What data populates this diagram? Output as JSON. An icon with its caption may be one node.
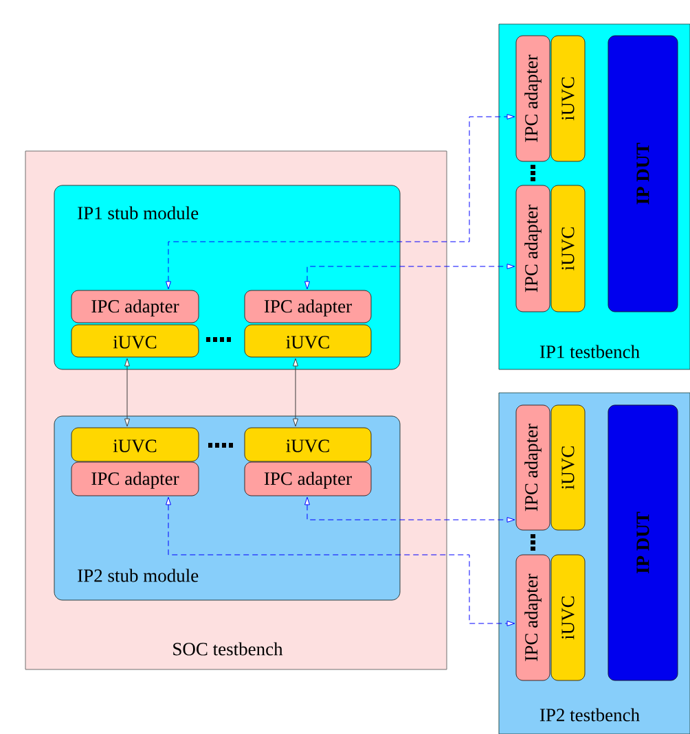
{
  "diagram": {
    "nodes": [
      {
        "text": [
          "SOC testbench"
        ]
      },
      {
        "text": [
          "IP1 stub module"
        ],
        "in": 0
      },
      {
        "text": [
          "IPC adapter"
        ],
        "in": 1
      },
      {
        "text": [
          "iUVC"
        ],
        "in": 1
      },
      {
        "text": [
          "IPC adapter"
        ],
        "in": 1
      },
      {
        "text": [
          "iUVC"
        ],
        "in": 1
      },
      {
        "text": [
          "IP2 stub module"
        ],
        "in": 0
      },
      {
        "text": [
          "iUVC"
        ],
        "in": 6
      },
      {
        "text": [
          "IPC adapter"
        ],
        "in": 6
      },
      {
        "text": [
          "iUVC"
        ],
        "in": 6
      },
      {
        "text": [
          "IPC adapter"
        ],
        "in": 6
      },
      {
        "text": [
          "IP1 testbench"
        ]
      },
      {
        "text": [
          "IPC adapter"
        ],
        "in": 11
      },
      {
        "text": [
          "iUVC"
        ],
        "in": 11
      },
      {
        "text": [
          "IPC adapter"
        ],
        "in": 11
      },
      {
        "text": [
          "iUVC"
        ],
        "in": 11
      },
      {
        "text": [
          "IP DUT"
        ],
        "in": 11
      },
      {
        "text": [
          "IP2 testbench"
        ]
      },
      {
        "text": [
          "IPC adapter"
        ],
        "in": 17
      },
      {
        "text": [
          "iUVC"
        ],
        "in": 17
      },
      {
        "text": [
          "IPC adapter"
        ],
        "in": 17
      },
      {
        "text": [
          "iUVC"
        ],
        "in": 17
      },
      {
        "text": [
          "IP DUT"
        ],
        "in": 17
      }
    ],
    "edges": [
      {
        "from": 2,
        "to": 12,
        "arrow": "both",
        "style": "dashed"
      },
      {
        "from": 4,
        "to": 14,
        "arrow": "both",
        "style": "dashed"
      },
      {
        "from": 3,
        "to": 7,
        "arrow": "both",
        "color": "#3c3c3c"
      },
      {
        "from": 5,
        "to": 9,
        "arrow": "both",
        "color": "#3c3c3c"
      },
      {
        "from": 10,
        "to": 18,
        "arrow": "both",
        "style": "dashed"
      },
      {
        "from": 8,
        "to": 20,
        "arrow": "both",
        "style": "dashed"
      }
    ]
  }
}
